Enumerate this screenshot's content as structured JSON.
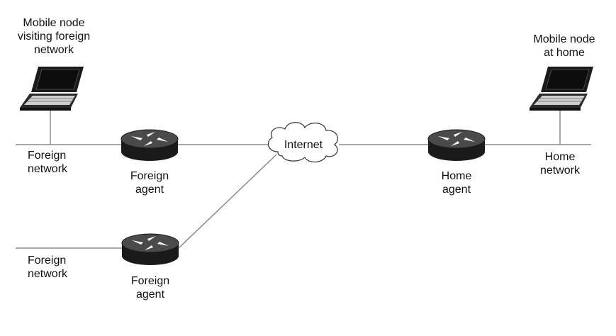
{
  "colors": {
    "line": "#8c8c8c",
    "device_dark": "#1a1a1a",
    "router_top": "#4a4a4a",
    "screen": "#0d0d0d",
    "background": "#ffffff"
  },
  "labels": {
    "mobile_node_foreign": [
      "Mobile node",
      "visiting foreign",
      "network"
    ],
    "mobile_node_home": [
      "Mobile node",
      "at home"
    ],
    "foreign_network_top": [
      "Foreign",
      "network"
    ],
    "foreign_network_bottom": [
      "Foreign",
      "network"
    ],
    "foreign_agent_top": [
      "Foreign",
      "agent"
    ],
    "foreign_agent_bottom": [
      "Foreign",
      "agent"
    ],
    "home_agent": [
      "Home",
      "agent"
    ],
    "home_network": [
      "Home",
      "network"
    ],
    "internet": "Internet"
  },
  "icons": {
    "laptop": "laptop-icon",
    "router": "router-icon",
    "cloud": "cloud-icon"
  }
}
